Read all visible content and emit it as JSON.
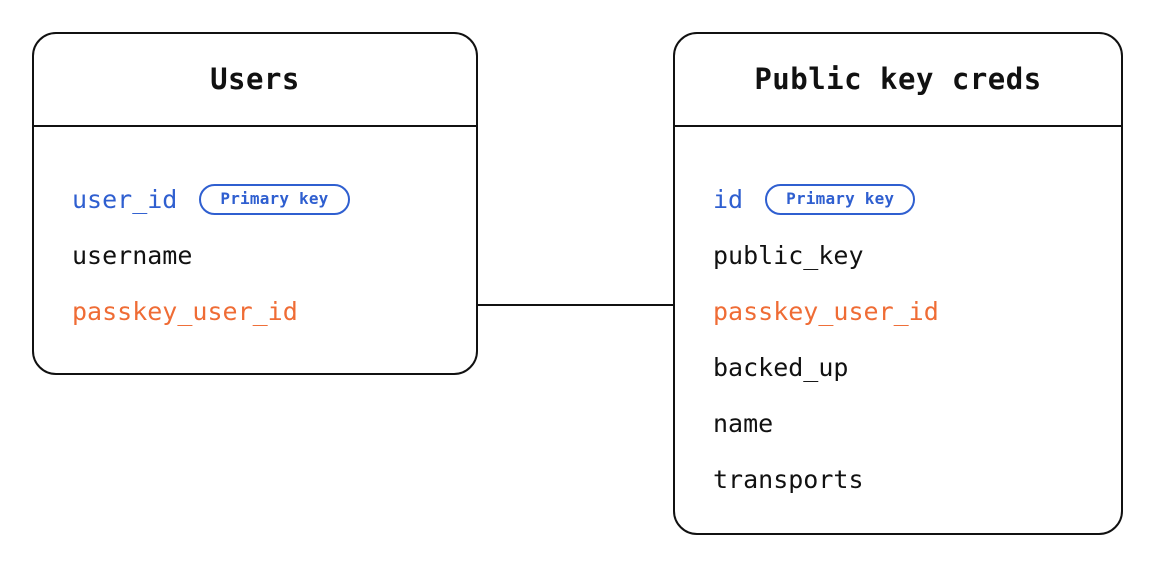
{
  "diagram": {
    "type": "entity-relationship-diagram",
    "background_color": "#ffffff",
    "colors": {
      "primary_key": "#2f5fd0",
      "foreign_key": "#ef6c35",
      "text": "#111111",
      "border": "#111111"
    },
    "entities": [
      {
        "id": "users",
        "title": "Users",
        "fields": [
          {
            "name": "user_id",
            "role": "primary_key",
            "badge": "Primary key"
          },
          {
            "name": "username",
            "role": "plain",
            "badge": null
          },
          {
            "name": "passkey_user_id",
            "role": "foreign_key",
            "badge": null
          }
        ]
      },
      {
        "id": "public-key-creds",
        "title": "Public key creds",
        "fields": [
          {
            "name": "id",
            "role": "primary_key",
            "badge": "Primary key"
          },
          {
            "name": "public_key",
            "role": "plain",
            "badge": null
          },
          {
            "name": "passkey_user_id",
            "role": "foreign_key",
            "badge": null
          },
          {
            "name": "backed_up",
            "role": "plain",
            "badge": null
          },
          {
            "name": "name",
            "role": "plain",
            "badge": null
          },
          {
            "name": "transports",
            "role": "plain",
            "badge": null
          }
        ]
      }
    ],
    "relationships": [
      {
        "from": "users.passkey_user_id",
        "to": "public-key-creds.passkey_user_id",
        "style": "solid"
      }
    ]
  }
}
